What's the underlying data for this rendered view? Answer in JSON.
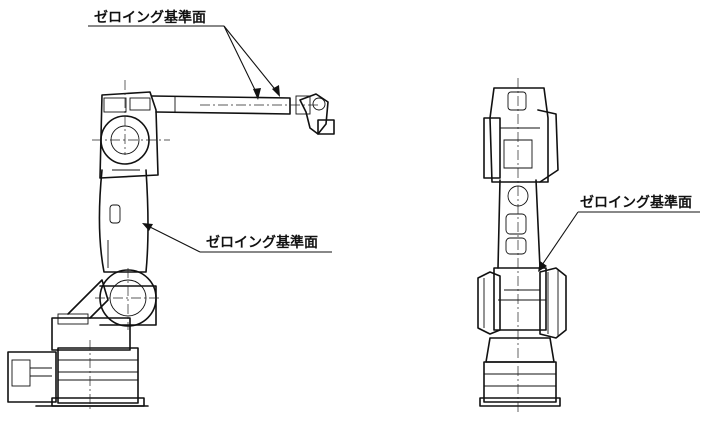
{
  "labels": {
    "top": "ゼロイング基準面",
    "side_middle": "ゼロイング基準面",
    "front_right": "ゼロイング基準面"
  }
}
